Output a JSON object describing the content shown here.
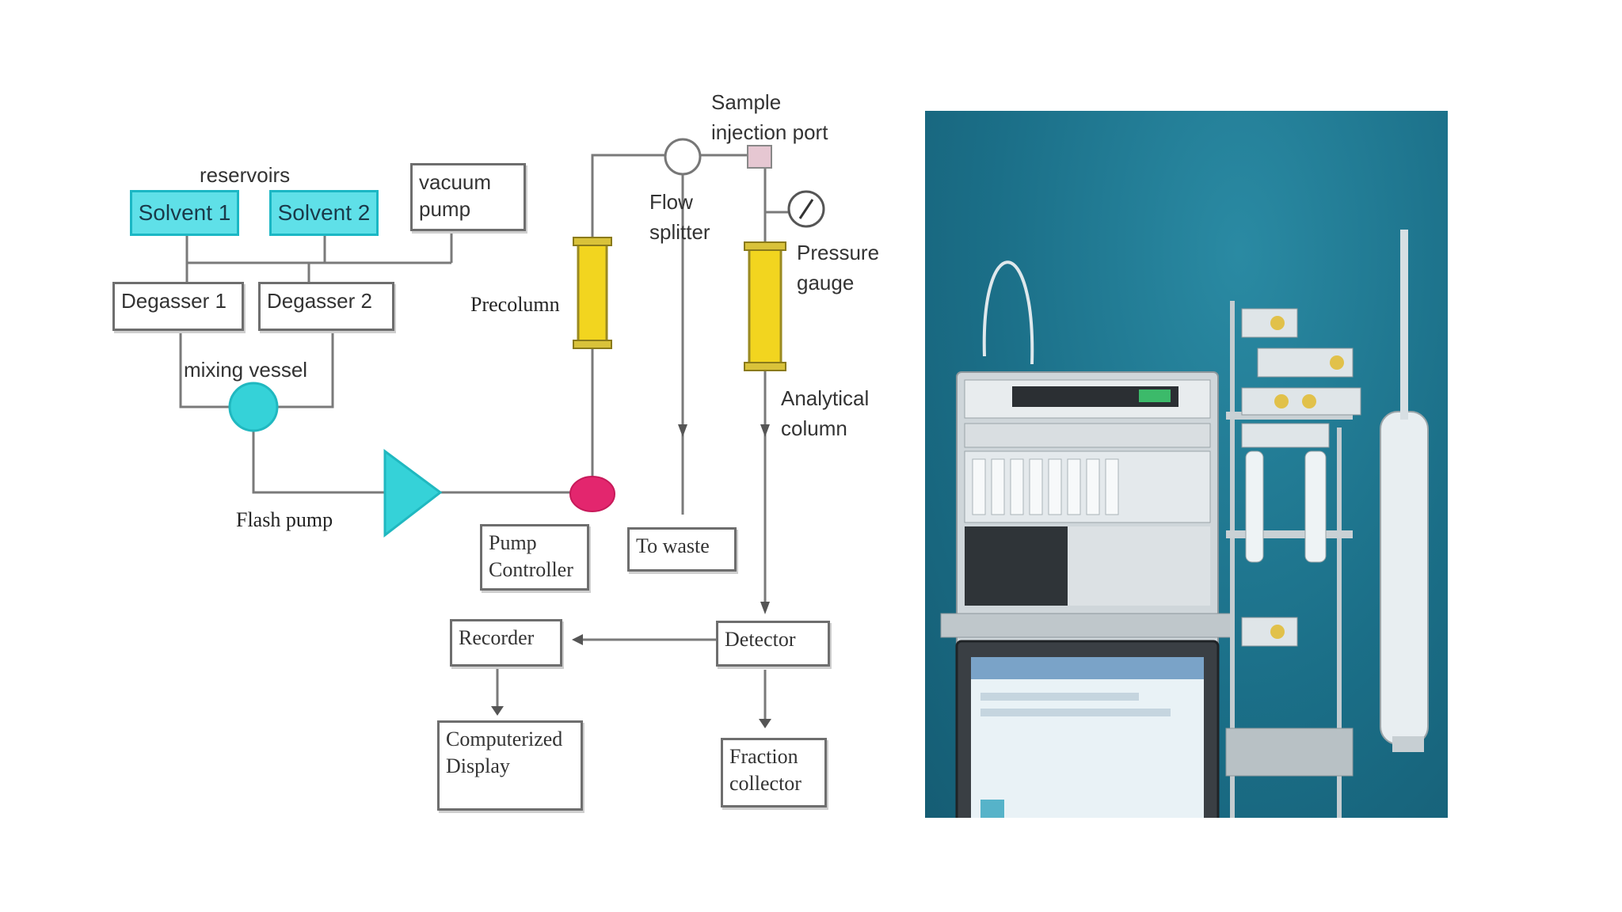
{
  "diagram": {
    "reservoirs_label": "reservoirs",
    "solvent1": "Solvent 1",
    "solvent2": "Solvent 2",
    "vacuum_pump": [
      "vacuum",
      "pump"
    ],
    "degasser1": "Degasser 1",
    "degasser2": "Degasser 2",
    "mixing_vessel": "mixing vessel",
    "flash_pump": "Flash pump",
    "precolumn": "Precolumn",
    "pump_controller": [
      "Pump",
      "Controller"
    ],
    "sample_injection_port": [
      "Sample",
      "injection port"
    ],
    "flow_splitter": [
      "Flow",
      "splitter"
    ],
    "pressure_gauge": [
      "Pressure",
      "gauge"
    ],
    "analytical_column": [
      "Analytical",
      "column"
    ],
    "to_waste": "To waste",
    "detector": "Detector",
    "recorder": "Recorder",
    "computerized_display": [
      "Computerized",
      "Display"
    ],
    "fraction_collector": [
      "Fraction",
      "collector"
    ]
  },
  "colors": {
    "solvent_fill": "#5fe0e8",
    "pump_cyan": "#35d2d8",
    "column_yellow": "#f2d51f",
    "valve_pink": "#e3266e",
    "photo_bg": "#1b6f88"
  },
  "photo": {
    "subject": "HPLC-instrument-photo"
  }
}
